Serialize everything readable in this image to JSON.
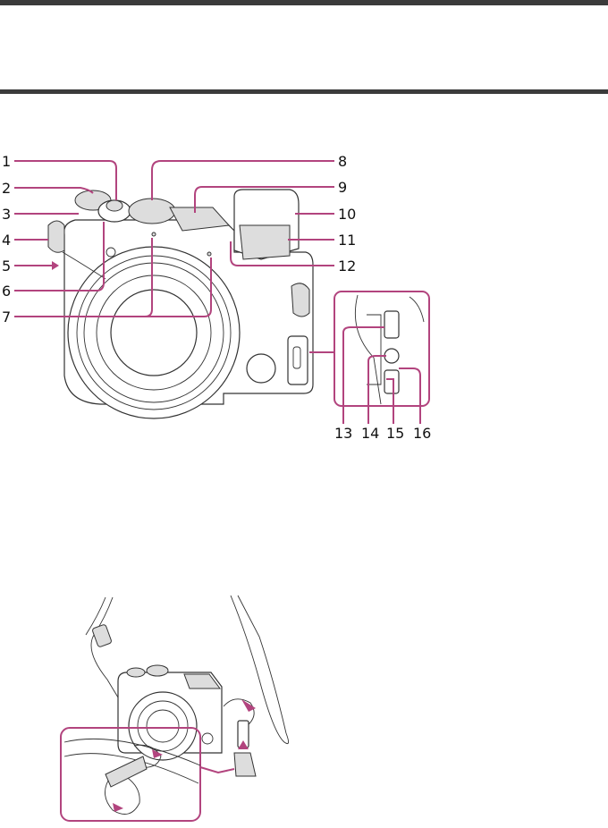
{
  "camera_front_diagram": {
    "callouts": [
      "1",
      "2",
      "3",
      "4",
      "5",
      "6",
      "7",
      "8",
      "9",
      "10",
      "11",
      "12",
      "13",
      "14",
      "15",
      "16"
    ]
  },
  "strap_diagram": {},
  "colors": {
    "callout_line": "#b2447e",
    "rule": "#3b3b3b"
  }
}
